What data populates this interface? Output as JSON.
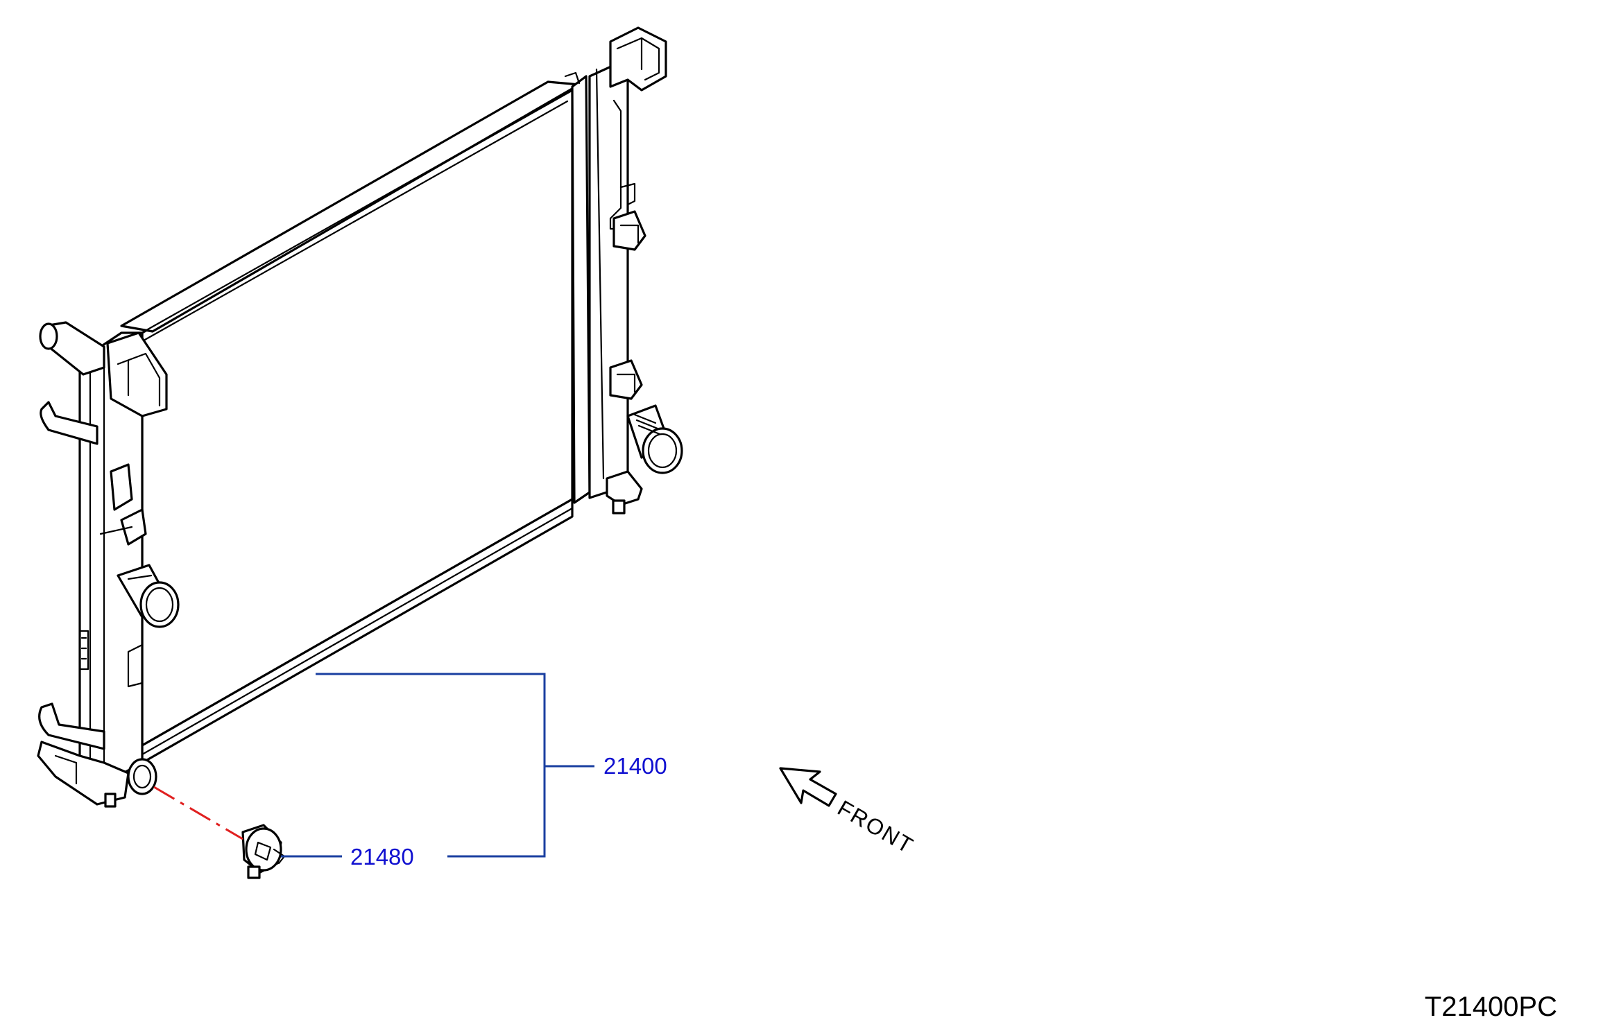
{
  "callouts": {
    "radiator": "21400",
    "drain_plug": "21480"
  },
  "front_label": "FRONT",
  "diagram_code": "T21400PC",
  "colors": {
    "leader_line": "#1a3fa0",
    "callout_text": "#1010d0",
    "assembly_line": "#e02020"
  }
}
